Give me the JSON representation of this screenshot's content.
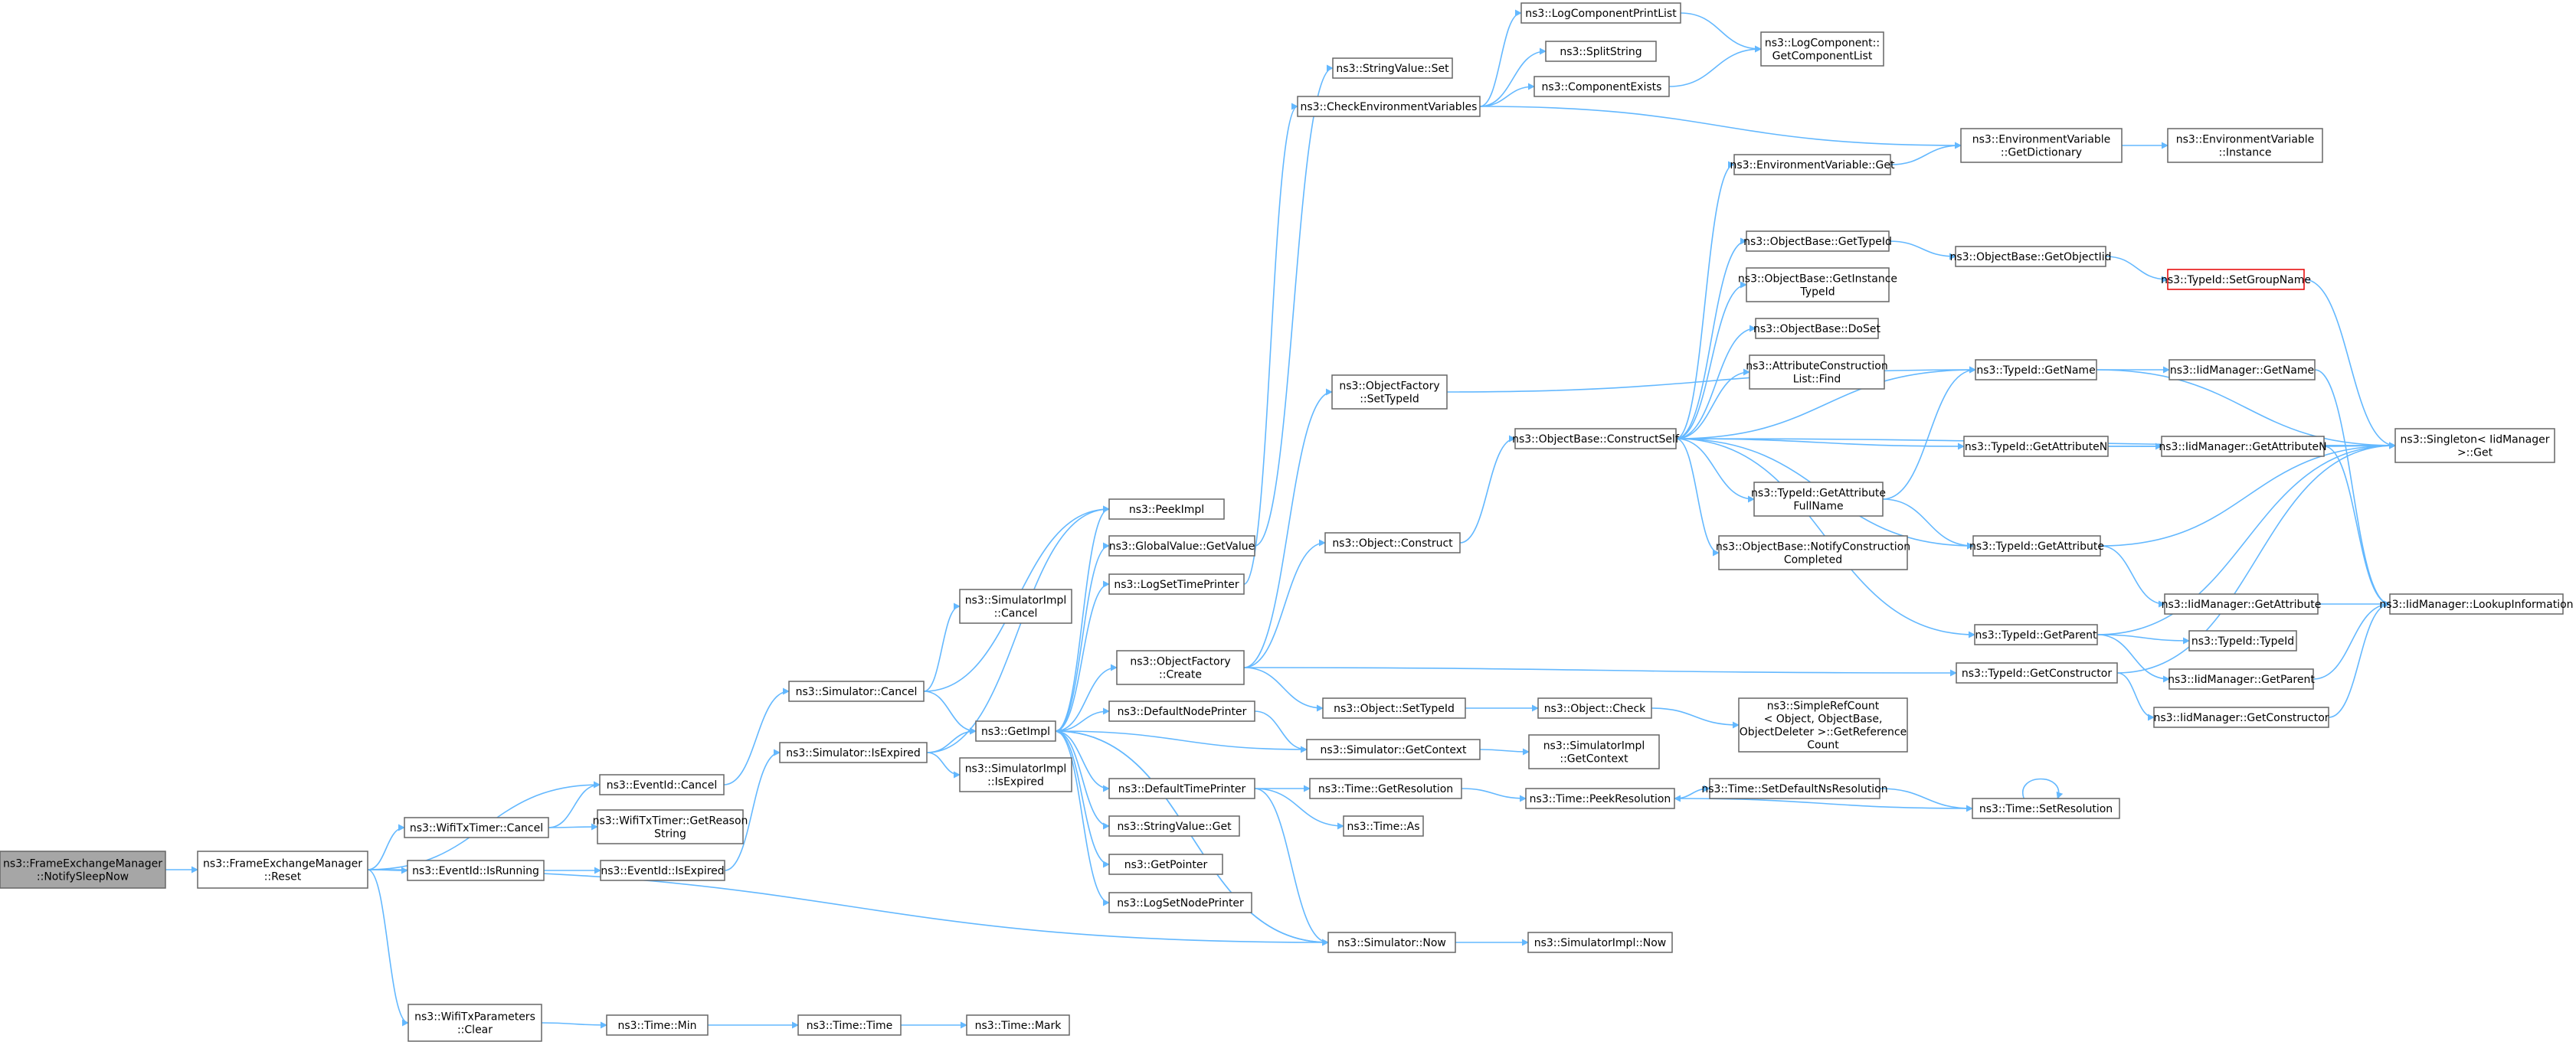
{
  "colors": {
    "edge": "#63b8ff",
    "node_border": "#666666",
    "root_fill": "#a6a6a6",
    "highlight_border": "#e60000"
  },
  "nodes": {
    "n0": {
      "lines": [
        "ns3::FrameExchangeManager",
        "::NotifySleepNow"
      ]
    },
    "n1": {
      "lines": [
        "ns3::FrameExchangeManager",
        "::Reset"
      ]
    },
    "n2": {
      "lines": [
        "ns3::EventId::Cancel"
      ]
    },
    "n3": {
      "lines": [
        "ns3::WifiTxTimer::Cancel"
      ]
    },
    "n4": {
      "lines": [
        "ns3::WifiTxTimer::GetReason",
        "String"
      ]
    },
    "n5": {
      "lines": [
        "ns3::EventId::IsRunning"
      ]
    },
    "n6": {
      "lines": [
        "ns3::EventId::IsExpired"
      ]
    },
    "n7": {
      "lines": [
        "ns3::WifiTxParameters",
        "::Clear"
      ]
    },
    "n8": {
      "lines": [
        "ns3::Time::Min"
      ]
    },
    "n9": {
      "lines": [
        "ns3::Time::Time"
      ]
    },
    "n10": {
      "lines": [
        "ns3::Time::Mark"
      ]
    },
    "n11": {
      "lines": [
        "ns3::Simulator::Cancel"
      ]
    },
    "n12": {
      "lines": [
        "ns3::SimulatorImpl",
        "::Cancel"
      ]
    },
    "n13": {
      "lines": [
        "ns3::Simulator::IsExpired"
      ]
    },
    "n14": {
      "lines": [
        "ns3::SimulatorImpl",
        "::IsExpired"
      ]
    },
    "n15": {
      "lines": [
        "ns3::GetImpl"
      ]
    },
    "n16": {
      "lines": [
        "ns3::PeekImpl"
      ]
    },
    "n17": {
      "lines": [
        "ns3::GlobalValue::GetValue"
      ]
    },
    "n18": {
      "lines": [
        "ns3::LogSetTimePrinter"
      ]
    },
    "n19": {
      "lines": [
        "ns3::ObjectFactory",
        "::Create"
      ]
    },
    "n20": {
      "lines": [
        "ns3::DefaultNodePrinter"
      ]
    },
    "n21": {
      "lines": [
        "ns3::DefaultTimePrinter"
      ]
    },
    "n22": {
      "lines": [
        "ns3::StringValue::Get"
      ]
    },
    "n23": {
      "lines": [
        "ns3::GetPointer"
      ]
    },
    "n24": {
      "lines": [
        "ns3::LogSetNodePrinter"
      ]
    },
    "n25": {
      "lines": [
        "ns3::StringValue::Set"
      ]
    },
    "n26": {
      "lines": [
        "ns3::CheckEnvironmentVariables"
      ]
    },
    "n27": {
      "lines": [
        "ns3::ObjectFactory",
        "::SetTypeId"
      ]
    },
    "n28": {
      "lines": [
        "ns3::Object::Construct"
      ]
    },
    "n29": {
      "lines": [
        "ns3::Object::SetTypeId"
      ]
    },
    "n30": {
      "lines": [
        "ns3::Simulator::GetContext"
      ]
    },
    "n31": {
      "lines": [
        "ns3::Time::GetResolution"
      ]
    },
    "n32": {
      "lines": [
        "ns3::Time::As"
      ]
    },
    "n33": {
      "lines": [
        "ns3::Simulator::Now"
      ]
    },
    "n34": {
      "lines": [
        "ns3::SimulatorImpl::Now"
      ]
    },
    "n35": {
      "lines": [
        "ns3::LogComponentPrintList"
      ]
    },
    "n36": {
      "lines": [
        "ns3::SplitString"
      ]
    },
    "n37": {
      "lines": [
        "ns3::ComponentExists"
      ]
    },
    "n38": {
      "lines": [
        "ns3::LogComponent::",
        "GetComponentList"
      ]
    },
    "n39": {
      "lines": [
        "ns3::ObjectBase::ConstructSelf"
      ]
    },
    "n40": {
      "lines": [
        "ns3::Object::Check"
      ]
    },
    "n41": {
      "lines": [
        "ns3::SimulatorImpl",
        "::GetContext"
      ]
    },
    "n42": {
      "lines": [
        "ns3::Time::PeekResolution"
      ]
    },
    "n43": {
      "lines": [
        "ns3::EnvironmentVariable::Get"
      ]
    },
    "n44": {
      "lines": [
        "ns3::ObjectBase::GetTypeId"
      ]
    },
    "n45": {
      "lines": [
        "ns3::ObjectBase::GetInstance",
        "TypeId"
      ]
    },
    "n46": {
      "lines": [
        "ns3::ObjectBase::DoSet"
      ]
    },
    "n47": {
      "lines": [
        "ns3::AttributeConstruction",
        "List::Find"
      ]
    },
    "n48": {
      "lines": [
        "ns3::TypeId::GetAttribute",
        "FullName"
      ]
    },
    "n49": {
      "lines": [
        "ns3::ObjectBase::NotifyConstruction",
        "Completed"
      ]
    },
    "n50": {
      "lines": [
        "ns3::SimpleRefCount",
        "< Object, ObjectBase,",
        "ObjectDeleter >::GetReference",
        "Count"
      ]
    },
    "n51": {
      "lines": [
        "ns3::Time::SetDefaultNsResolution"
      ]
    },
    "n52": {
      "lines": [
        "ns3::EnvironmentVariable",
        "::GetDictionary"
      ]
    },
    "n53": {
      "lines": [
        "ns3::ObjectBase::GetObjectIid"
      ]
    },
    "n54": {
      "lines": [
        "ns3::TypeId::GetName"
      ]
    },
    "n55": {
      "lines": [
        "ns3::TypeId::GetAttributeN"
      ]
    },
    "n56": {
      "lines": [
        "ns3::TypeId::GetAttribute"
      ]
    },
    "n57": {
      "lines": [
        "ns3::TypeId::GetParent"
      ]
    },
    "n58": {
      "lines": [
        "ns3::TypeId::GetConstructor"
      ]
    },
    "n59": {
      "lines": [
        "ns3::Time::SetResolution"
      ]
    },
    "n60": {
      "lines": [
        "ns3::EnvironmentVariable",
        "::Instance"
      ]
    },
    "n61": {
      "lines": [
        "ns3::TypeId::SetGroupName"
      ]
    },
    "n62": {
      "lines": [
        "ns3::IidManager::GetName"
      ]
    },
    "n63": {
      "lines": [
        "ns3::IidManager::GetAttributeN"
      ]
    },
    "n64": {
      "lines": [
        "ns3::IidManager::GetAttribute"
      ]
    },
    "n65": {
      "lines": [
        "ns3::TypeId::TypeId"
      ]
    },
    "n66": {
      "lines": [
        "ns3::IidManager::GetParent"
      ]
    },
    "n67": {
      "lines": [
        "ns3::IidManager::GetConstructor"
      ]
    },
    "n68": {
      "lines": [
        "ns3::Singleton< IidManager",
        " >::Get"
      ]
    },
    "n69": {
      "lines": [
        "ns3::IidManager::LookupInformation"
      ]
    }
  }
}
